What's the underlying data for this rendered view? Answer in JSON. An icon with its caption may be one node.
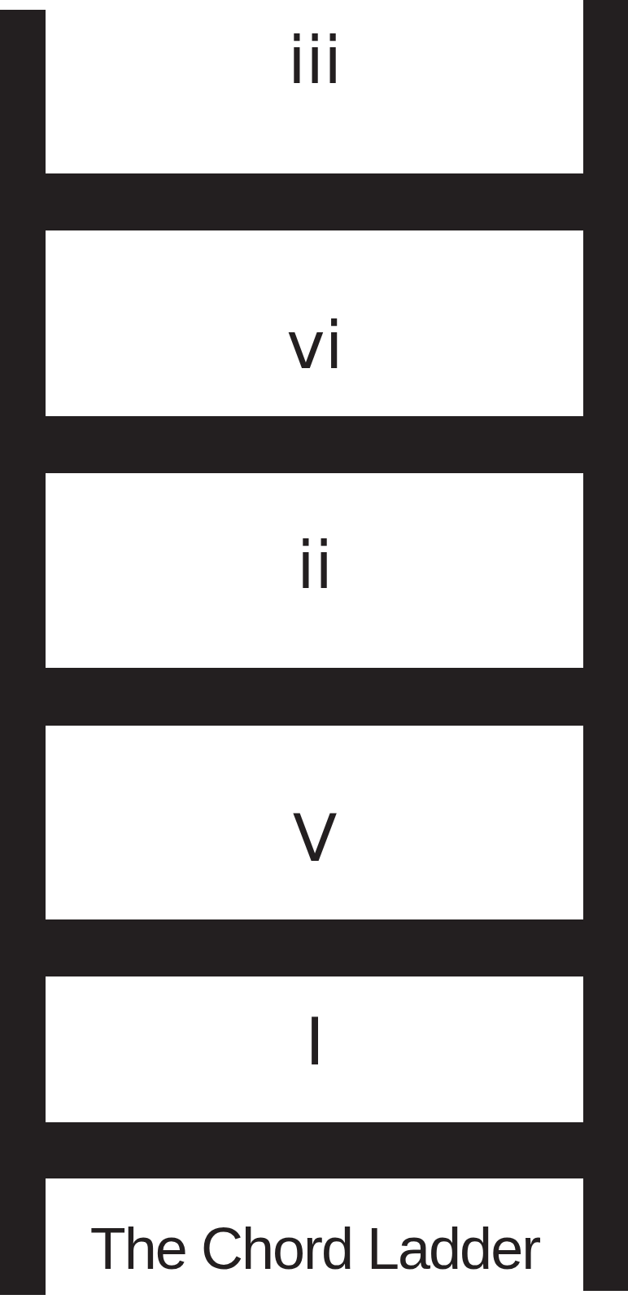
{
  "diagram": {
    "caption": "The Chord Ladder",
    "labels": [
      "iii",
      "vi",
      "ii",
      "V",
      "I"
    ]
  }
}
